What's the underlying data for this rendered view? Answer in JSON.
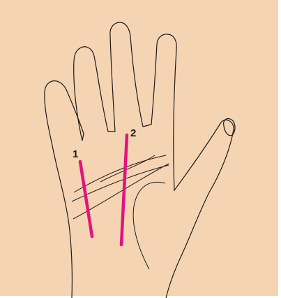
{
  "colors": {
    "background": "#f5d4b3",
    "outline": "#1a1a1a",
    "marker": "#e0147f"
  },
  "markers": [
    {
      "id": "1",
      "label": "1"
    },
    {
      "id": "2",
      "label": "2"
    }
  ]
}
